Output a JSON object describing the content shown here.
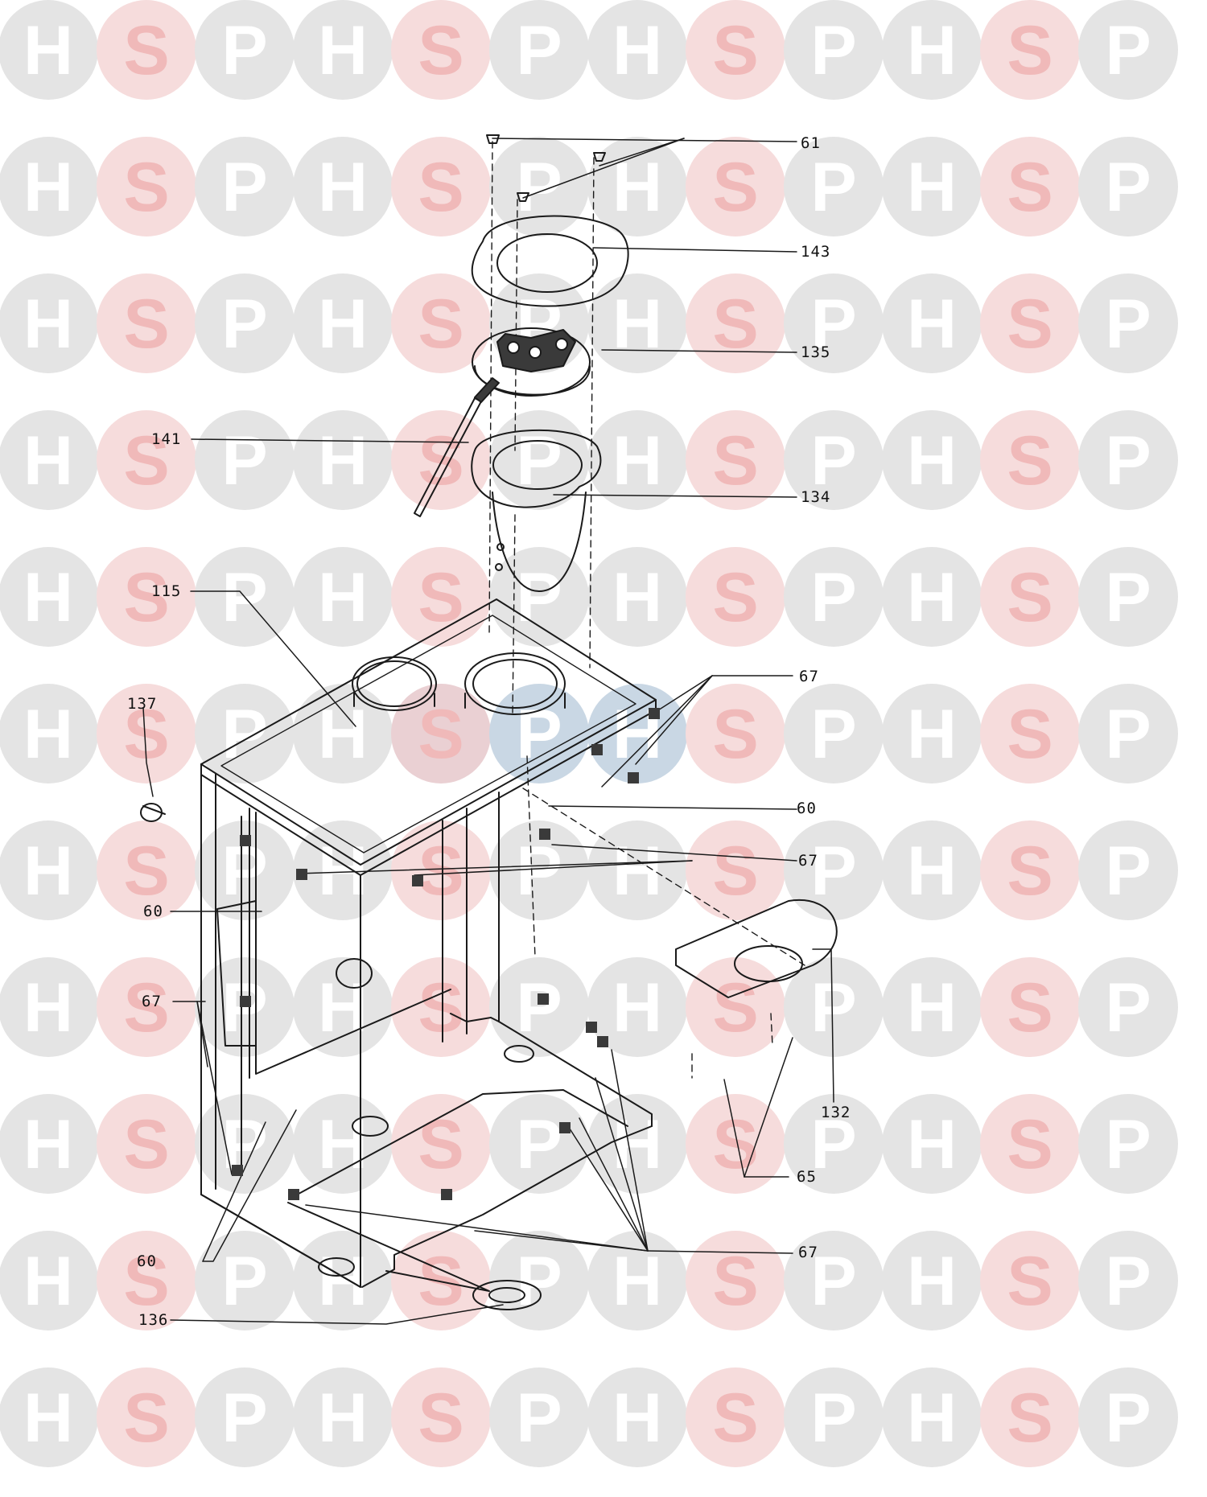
{
  "watermark": {
    "letters": [
      "H",
      "S",
      "P"
    ],
    "circle_colors": [
      "#e4e4e4",
      "#f6dcdc",
      "#e4e4e4"
    ],
    "letter_colors": [
      "#ffffff",
      "#f0b9b9",
      "#ffffff"
    ],
    "center_circle_colors": [
      "#c9d7e4",
      "#ead0d3",
      "#c9d7e4"
    ]
  },
  "diagram": {
    "line_color": "#1a1a1a",
    "callouts": [
      {
        "id": "c61",
        "text": "61"
      },
      {
        "id": "c143",
        "text": "143"
      },
      {
        "id": "c135",
        "text": "135"
      },
      {
        "id": "c141",
        "text": "141"
      },
      {
        "id": "c134",
        "text": "134"
      },
      {
        "id": "c115",
        "text": "115"
      },
      {
        "id": "c67a",
        "text": "67"
      },
      {
        "id": "c137",
        "text": "137"
      },
      {
        "id": "c60a",
        "text": "60"
      },
      {
        "id": "c67b",
        "text": "67"
      },
      {
        "id": "c60b",
        "text": "60"
      },
      {
        "id": "c67c",
        "text": "67"
      },
      {
        "id": "c132",
        "text": "132"
      },
      {
        "id": "c65",
        "text": "65"
      },
      {
        "id": "c67d",
        "text": "67"
      },
      {
        "id": "c60c",
        "text": "60"
      },
      {
        "id": "c136",
        "text": "136"
      }
    ]
  }
}
